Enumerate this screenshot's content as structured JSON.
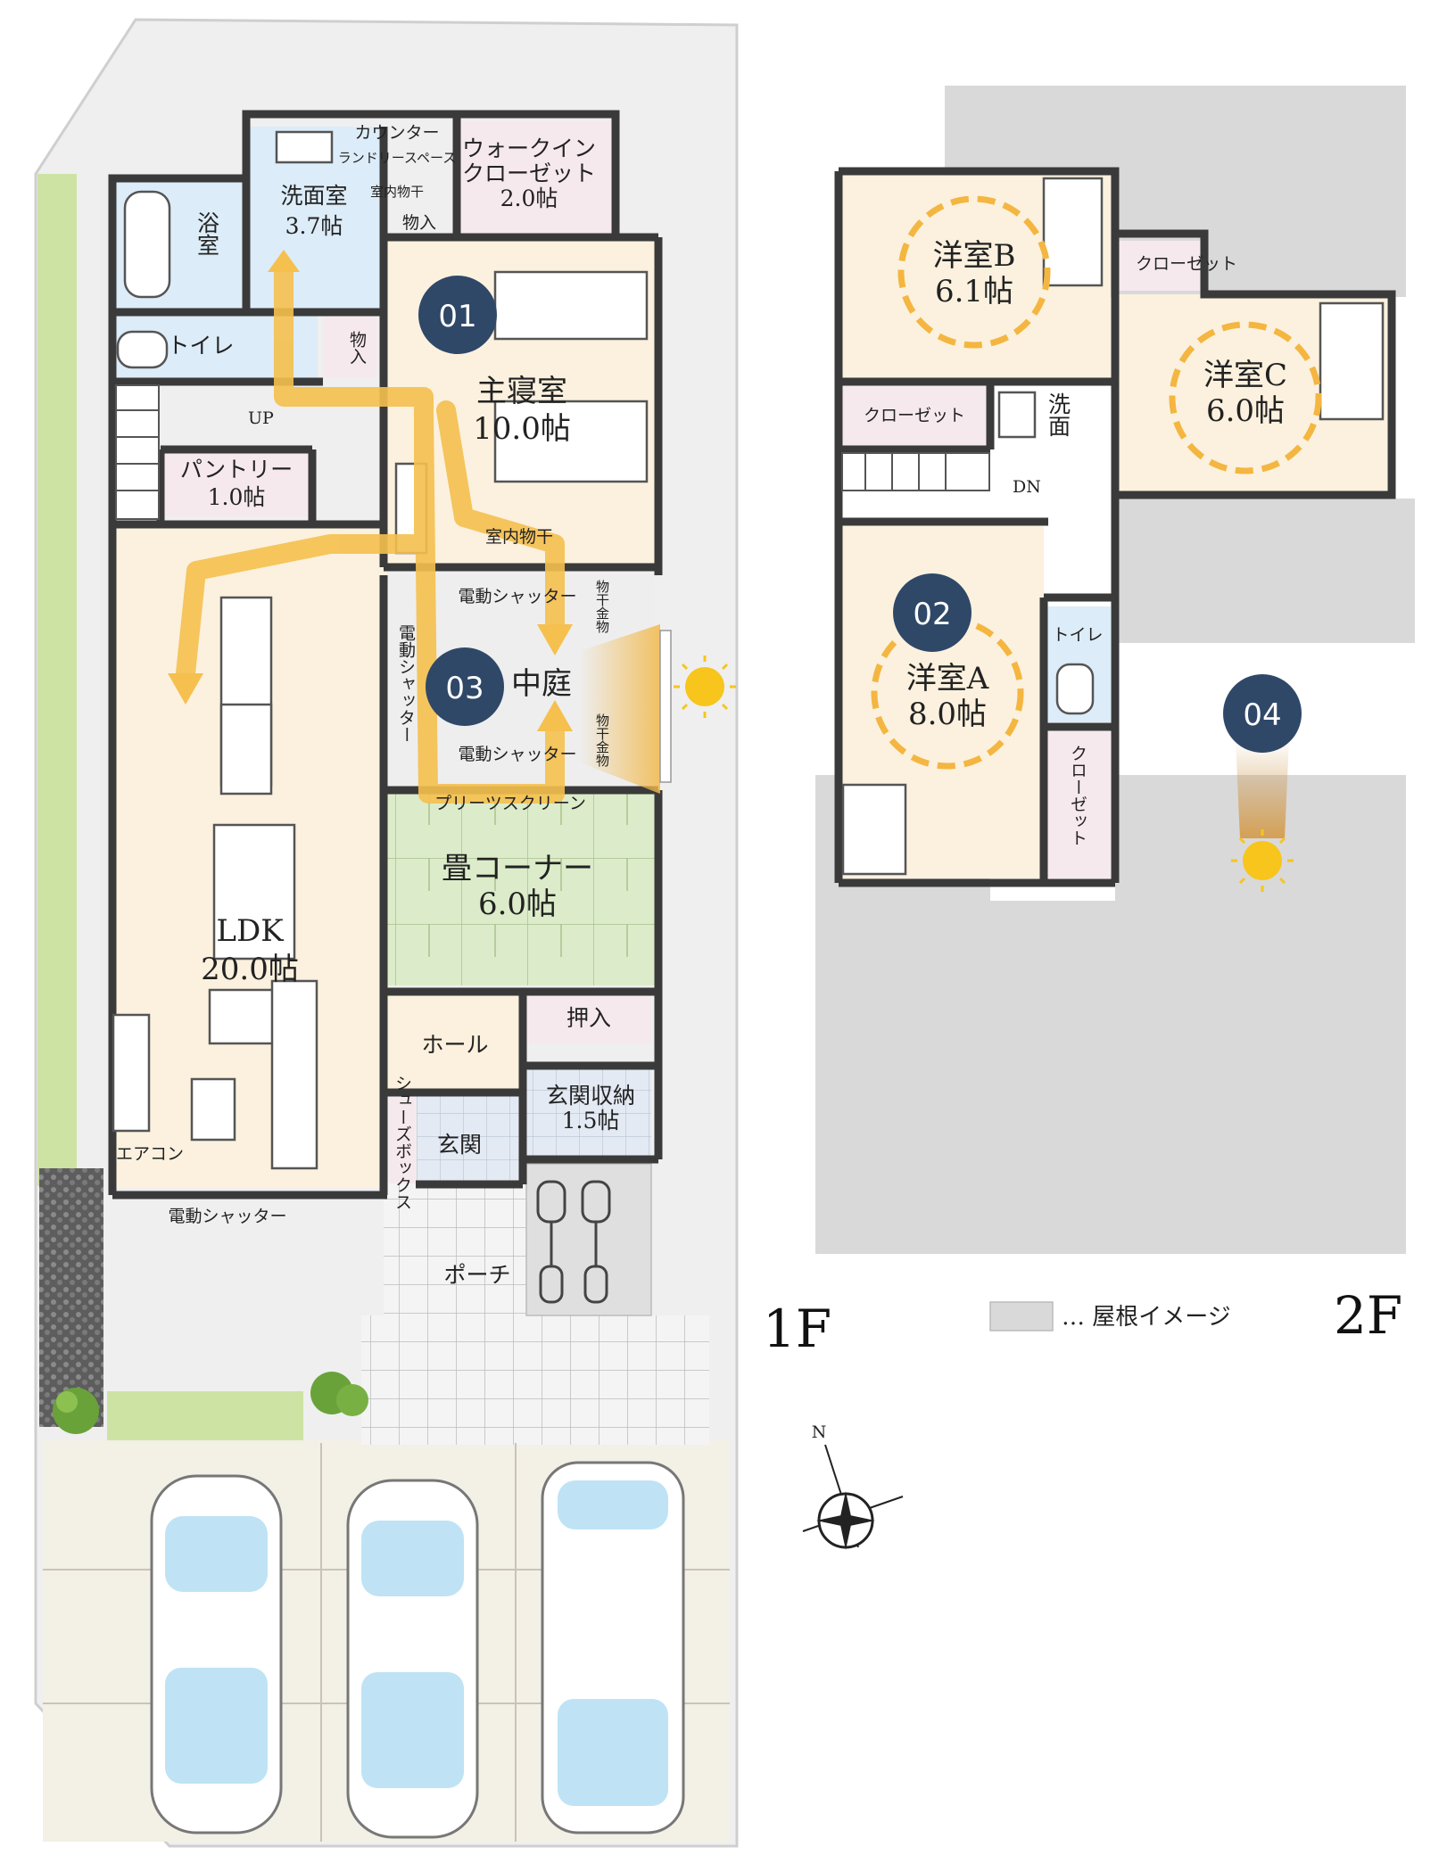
{
  "floor1": {
    "label": "1F",
    "rooms": {
      "bath": "浴室",
      "washroom": "洗面室",
      "washroom_size": "3.7帖",
      "counter": "カウンター",
      "laundry": "ランドリースペース",
      "indoor_dry_1": "室内物干",
      "storage_1": "物入",
      "walkin": "ウォークイン",
      "walkin_2": "クローゼット",
      "walkin_size": "2.0帖",
      "toilet": "トイレ",
      "storage_2": "物入",
      "master": "主寝室",
      "master_size": "10.0帖",
      "indoor_dry_2": "室内物干",
      "up": "UP",
      "pantry": "パントリー",
      "pantry_size": "1.0帖",
      "shutter_top": "電動シャッター",
      "shutter_left": "電動シャッター",
      "shutter_bottom": "電動シャッター",
      "dry_rack_top": "物干金物",
      "dry_rack_bottom": "物干金物",
      "courtyard": "中庭",
      "pleats": "プリーツスクリーン",
      "tatami": "畳コーナー",
      "tatami_size": "6.0帖",
      "ldk": "LDK",
      "ldk_size": "20.0帖",
      "hall": "ホール",
      "oshiire": "押入",
      "shoebox": "シューズボックス",
      "genkan_storage": "玄関収納",
      "genkan_storage_size": "1.5帖",
      "genkan": "玄関",
      "aircon": "エアコン",
      "shutter_ldk": "電動シャッター",
      "porch": "ポーチ"
    },
    "badges": {
      "b01": "01",
      "b03": "03"
    }
  },
  "floor2": {
    "label": "2F",
    "rooms": {
      "roomB": "洋室B",
      "roomB_size": "6.1帖",
      "closet_top": "クローゼット",
      "roomC": "洋室C",
      "roomC_size": "6.0帖",
      "closet_left": "クローゼット",
      "wash": "洗面",
      "dn": "DN",
      "roomA": "洋室A",
      "roomA_size": "8.0帖",
      "toilet": "トイレ",
      "closet_right": "クローゼット"
    },
    "badges": {
      "b02": "02",
      "b04": "04"
    }
  },
  "legend": {
    "text": "… 屋根イメージ",
    "color": "#d9d9d9"
  },
  "compass": {
    "north": "N"
  },
  "colors": {
    "wall": "#3a3a3a",
    "badge": "#2f4868",
    "path": "#f5c04e",
    "floor_wood": "#fbf1de",
    "floor_wet": "#dcecf8",
    "floor_storage": "#f6e9ee",
    "tatami": "#dcecca",
    "lawn": "#cde3a4",
    "ring": "#f4b640",
    "sun": "#f7c51c",
    "roof": "#d9d9d9"
  }
}
